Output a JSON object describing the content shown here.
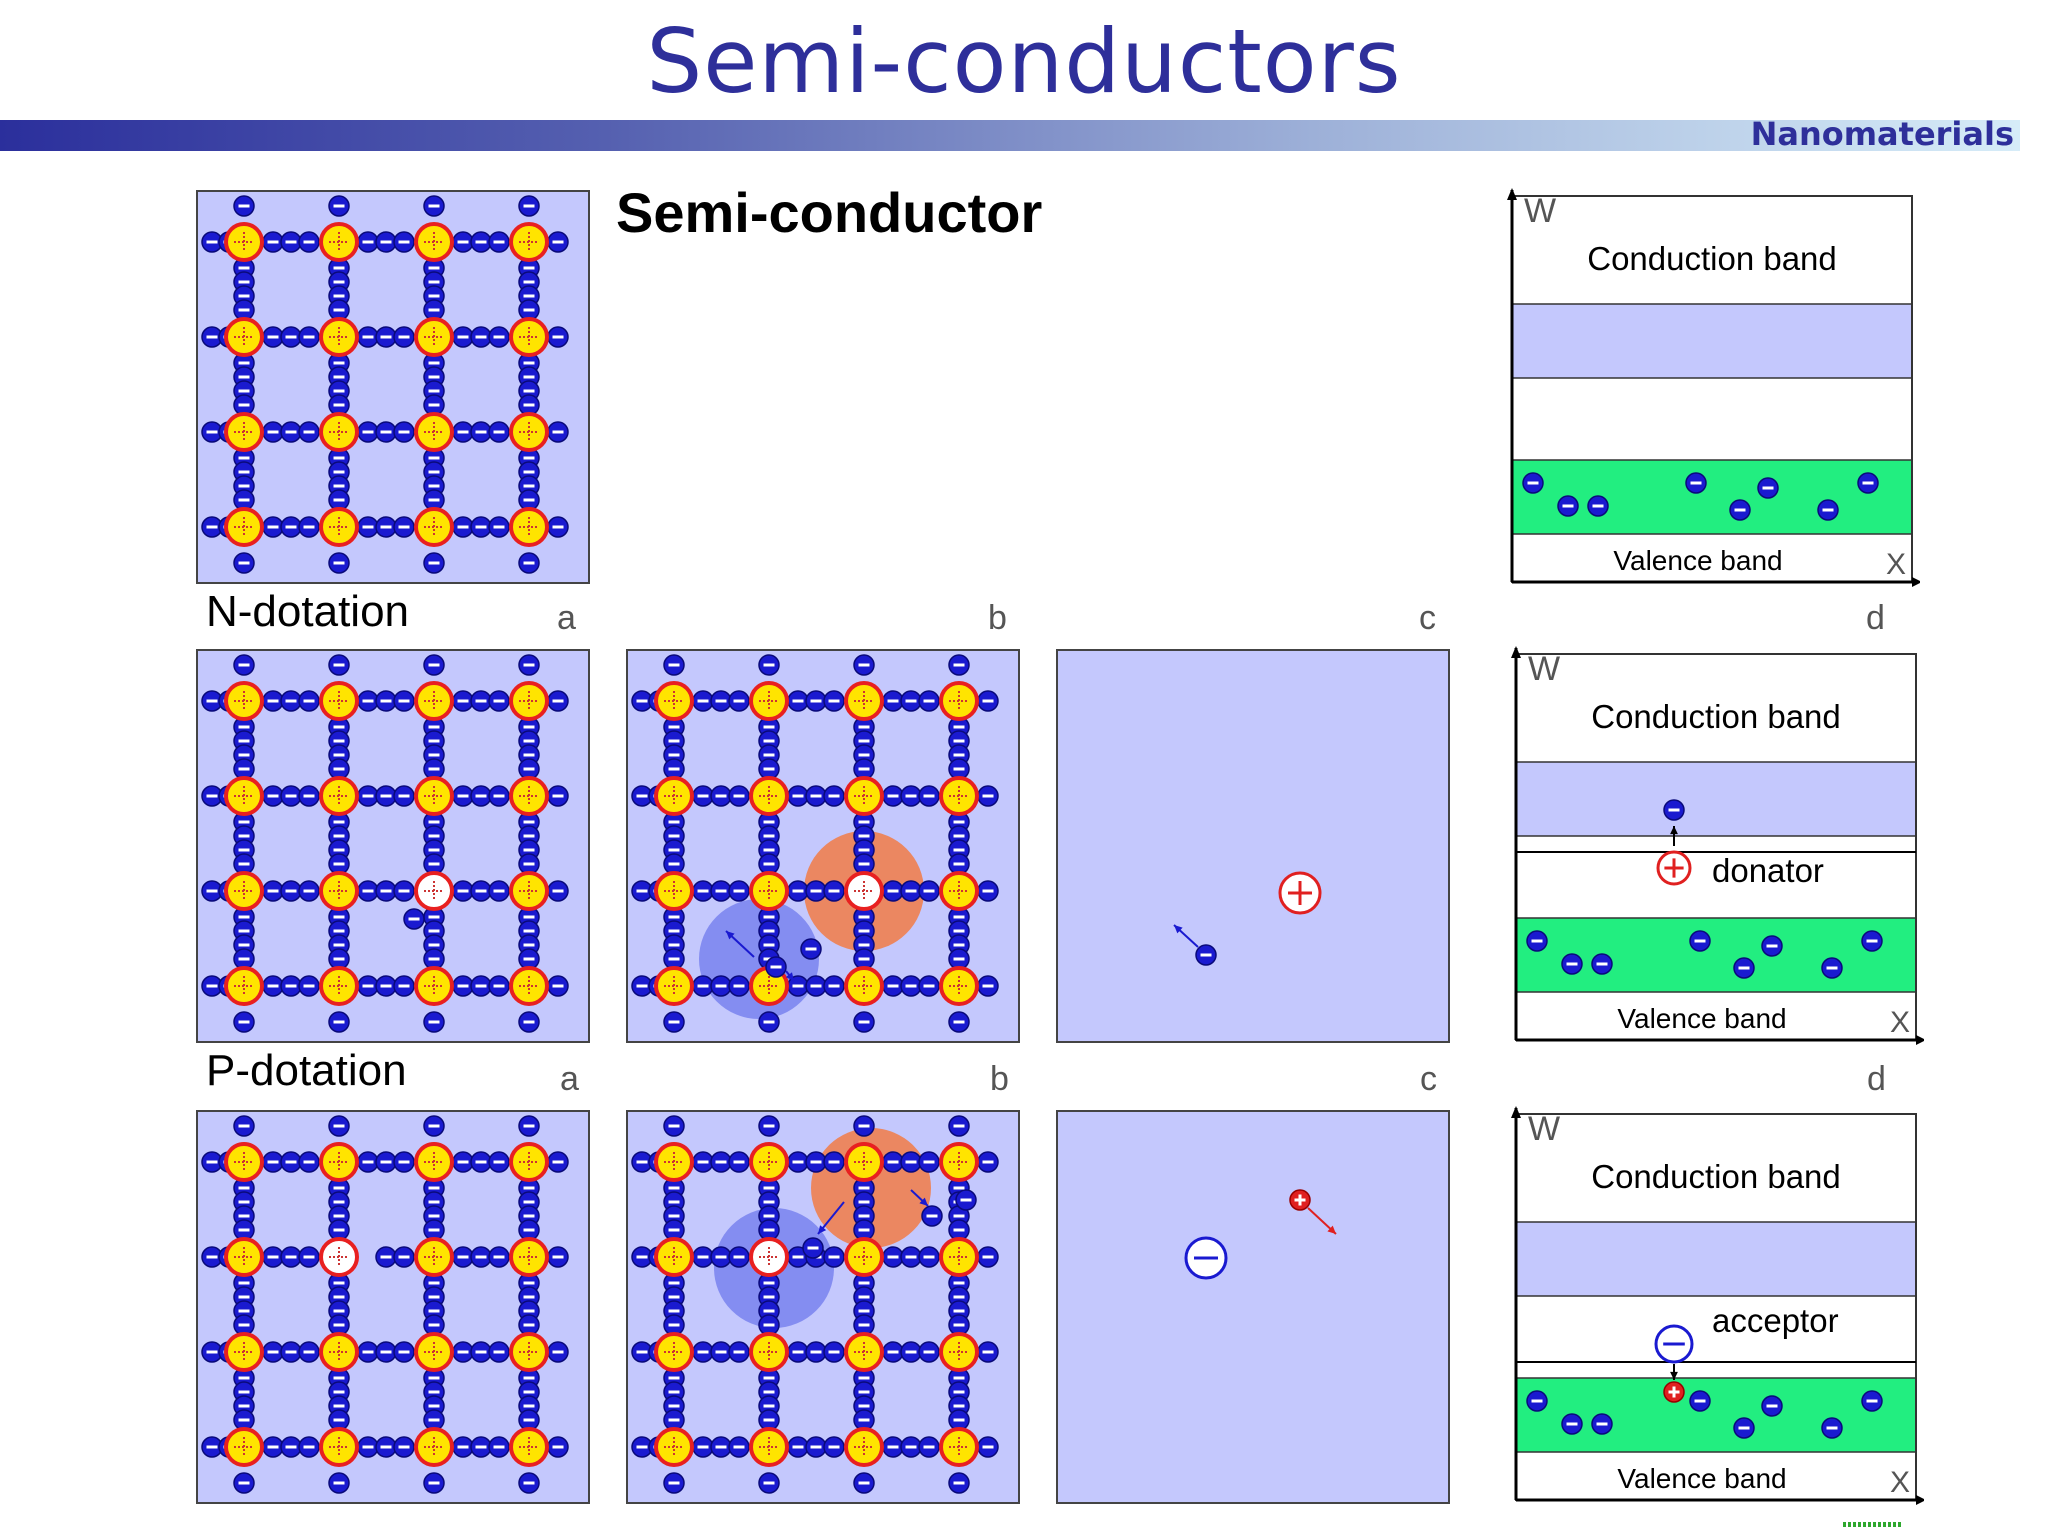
{
  "slide": {
    "title": "Semi-conductors",
    "subject": "Nanomaterials",
    "section_heading": "Semi-conductor"
  },
  "rows": {
    "n_dotation": "N-dotation",
    "p_dotation": "P-dotation"
  },
  "panel_letters": [
    "a",
    "b",
    "c",
    "d"
  ],
  "band_diagram": {
    "axis_y": "W",
    "axis_x": "X",
    "conduction_band": "Conduction band",
    "valence_band": "Valence band",
    "donor_level": "donator",
    "acceptor_level": "acceptor"
  },
  "colors": {
    "title": "#2e2f9a",
    "panel_background": "#c4c8fd",
    "electron": "#1a1ad0",
    "atom_core": "#ffe400",
    "atom_ring": "#e82020",
    "valence_fill": "#22ee80",
    "conduction_fill": "#c4c8fd",
    "hole_cloud": "#f08050",
    "electron_cloud": "#7d86f0"
  },
  "icons": {
    "electron": "circled-minus-icon",
    "positive_ion": "circled-plus-icon",
    "atom": "yellow-atom-icon"
  }
}
